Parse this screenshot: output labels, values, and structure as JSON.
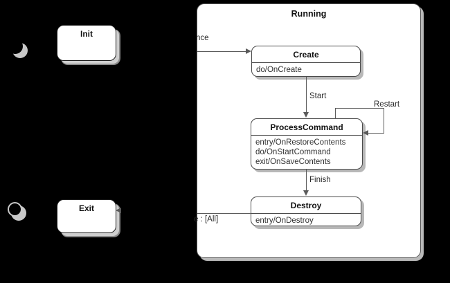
{
  "diagram": {
    "type": "uml-state-machine",
    "background_color": "#000000",
    "surface_color": "#ffffff",
    "line_color": "#5a5a5a",
    "shadow_color": "#b9b9b9"
  },
  "composite_state": {
    "name": "Running",
    "substates": [
      {
        "id": "create",
        "name": "Create",
        "activities": "do/OnCreate"
      },
      {
        "id": "processcommand",
        "name": "ProcessCommand",
        "activities": "entry/OnRestoreContents\ndo/OnStartCommand\nexit/OnSaveContents"
      },
      {
        "id": "destroy",
        "name": "Destroy",
        "activities": "entry/OnDestroy"
      }
    ]
  },
  "outer_states": [
    {
      "id": "init",
      "name": "Init"
    },
    {
      "id": "exit",
      "name": "Exit"
    }
  ],
  "pseudo_states": [
    {
      "id": "initial-marker",
      "kind": "initial"
    },
    {
      "id": "final-marker",
      "kind": "final"
    }
  ],
  "transitions": [
    {
      "id": "t-entry",
      "label": "nce",
      "from": "init",
      "to": "create"
    },
    {
      "id": "t-start",
      "label": "Start",
      "from": "create",
      "to": "processcommand"
    },
    {
      "id": "t-restart",
      "label": "Restart",
      "from": "processcommand",
      "to": "processcommand"
    },
    {
      "id": "t-finish",
      "label": "Finish",
      "from": "processcommand",
      "to": "destroy"
    },
    {
      "id": "t-exit",
      "label": "e :  [All]",
      "from": "destroy",
      "to": "exit"
    }
  ]
}
